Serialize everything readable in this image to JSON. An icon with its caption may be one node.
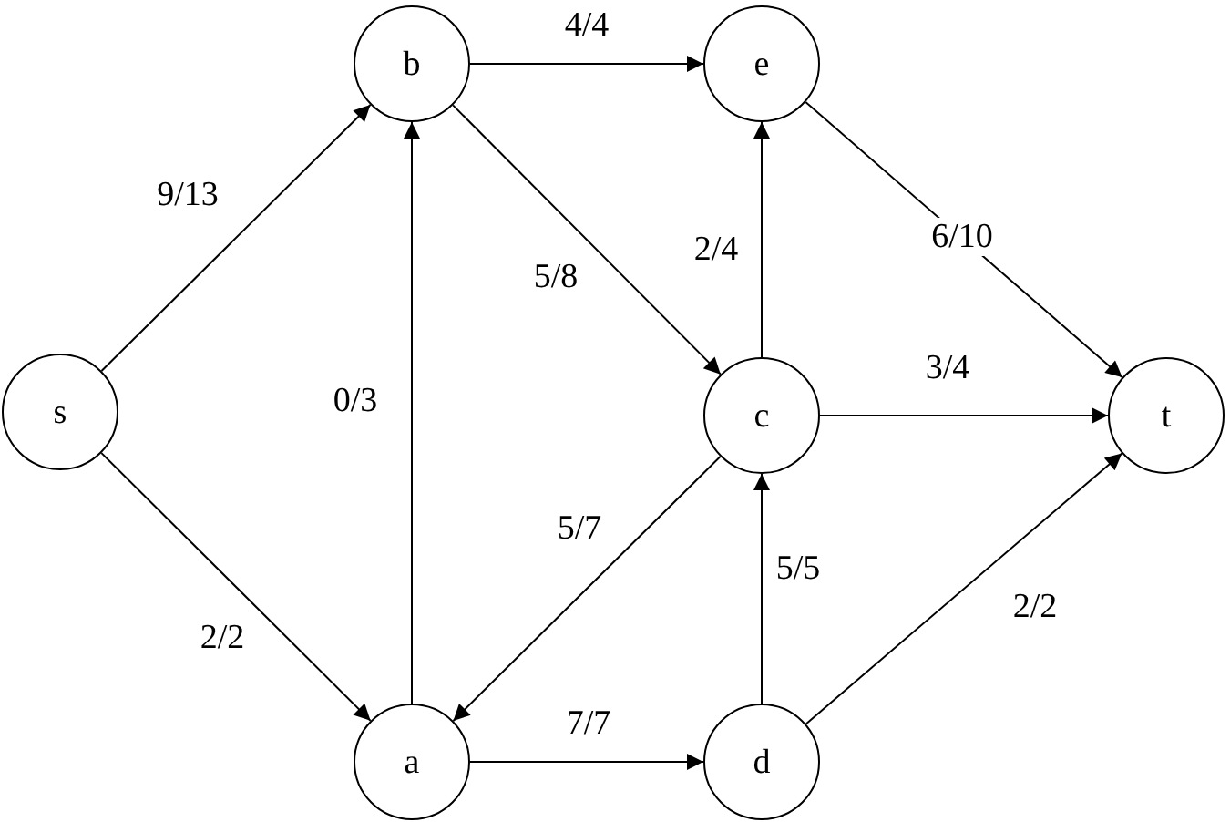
{
  "diagram": {
    "nodes": [
      {
        "text": [
          "s"
        ]
      },
      {
        "text": [
          "b"
        ]
      },
      {
        "text": [
          "e"
        ]
      },
      {
        "text": [
          "c"
        ]
      },
      {
        "text": [
          "t"
        ]
      },
      {
        "text": [
          "a"
        ]
      },
      {
        "text": [
          "d"
        ]
      }
    ],
    "edges": [
      {
        "from": 0,
        "to": 1,
        "arrow": "to",
        "label": "9/13"
      },
      {
        "from": 0,
        "to": 5,
        "arrow": "to",
        "label": "2/2"
      },
      {
        "from": 1,
        "to": 2,
        "arrow": "to",
        "label": "4/4"
      },
      {
        "from": 1,
        "to": 3,
        "arrow": "to",
        "label": "5/8"
      },
      {
        "from": 5,
        "to": 1,
        "arrow": "to",
        "label": "0/3"
      },
      {
        "from": 3,
        "to": 2,
        "arrow": "to",
        "label": "2/4"
      },
      {
        "from": 2,
        "to": 4,
        "arrow": "to",
        "label": "6/10"
      },
      {
        "from": 3,
        "to": 4,
        "arrow": "to",
        "label": "3/4"
      },
      {
        "from": 3,
        "to": 5,
        "arrow": "to",
        "label": "5/7"
      },
      {
        "from": 6,
        "to": 3,
        "arrow": "to",
        "label": "5/5"
      },
      {
        "from": 5,
        "to": 6,
        "arrow": "to",
        "label": "7/7"
      },
      {
        "from": 6,
        "to": 4,
        "arrow": "to",
        "label": "2/2"
      }
    ]
  }
}
